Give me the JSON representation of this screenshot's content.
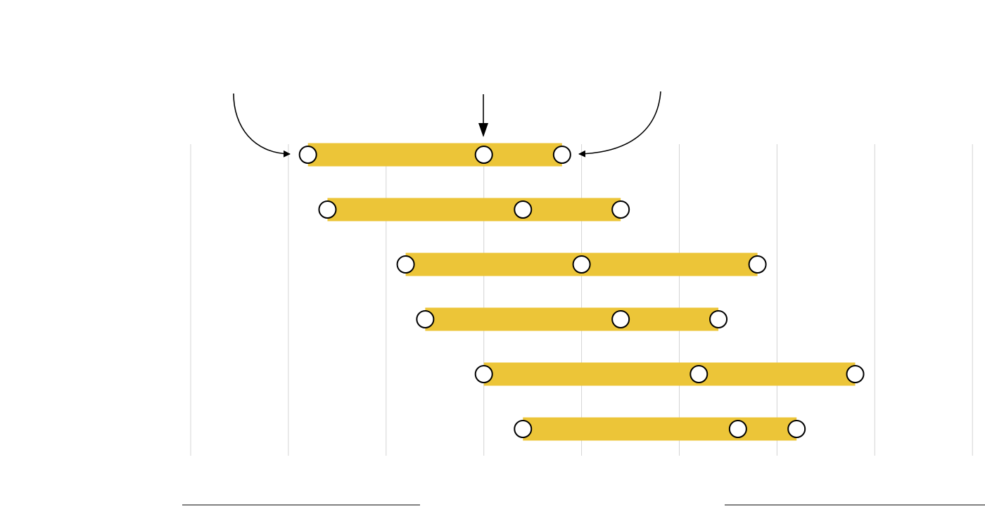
{
  "chart_data": {
    "type": "range-dot",
    "title": "",
    "xlabel": "",
    "ylabel": "",
    "xlim": [
      0,
      8
    ],
    "grid": true,
    "bar_color": "#ECC538",
    "rows": [
      {
        "start": 1.2,
        "mid": 3.0,
        "end": 3.8
      },
      {
        "start": 1.4,
        "mid": 3.4,
        "end": 4.4
      },
      {
        "start": 2.2,
        "mid": 4.0,
        "end": 5.8
      },
      {
        "start": 2.4,
        "mid": 4.4,
        "end": 5.4
      },
      {
        "start": 3.0,
        "mid": 5.2,
        "end": 6.8
      },
      {
        "start": 3.4,
        "mid": 5.6,
        "end": 6.2
      }
    ],
    "annotations": [
      {
        "type": "arrow",
        "target": "row-0-start"
      },
      {
        "type": "arrow",
        "target": "row-0-mid"
      },
      {
        "type": "arrow",
        "target": "row-0-end"
      }
    ]
  }
}
